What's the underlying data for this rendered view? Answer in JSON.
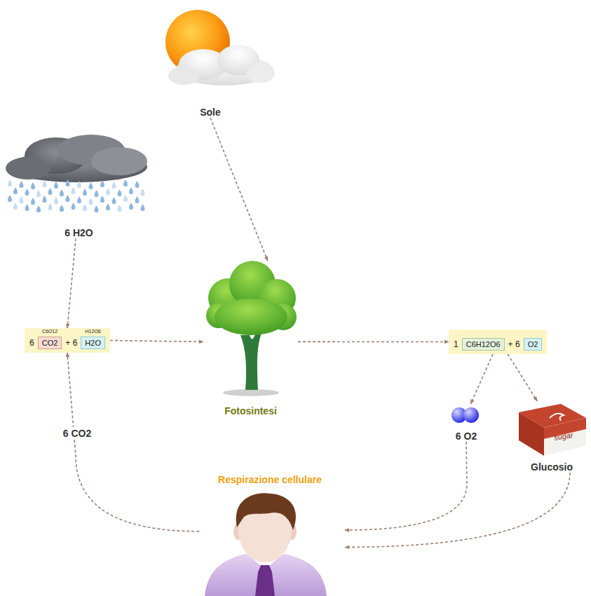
{
  "diagram": {
    "nodes": [
      {
        "text": [
          "Sole"
        ]
      },
      {
        "text": [
          "6 H2O"
        ]
      },
      {
        "text": [
          "6",
          "C6O12",
          "CO2",
          "+ 6",
          "H12O6",
          "H2O"
        ]
      },
      {
        "text": [
          "Fotosintesi"
        ]
      },
      {
        "text": [
          "1",
          "C6H12O6",
          "+ 6",
          "O2"
        ]
      },
      {
        "text": [
          "6 O2"
        ]
      },
      {
        "text": [
          "Glucosio"
        ]
      },
      {
        "text": [
          "Respirazione cellulare"
        ]
      }
    ],
    "edges": [
      {
        "from": 0,
        "to": 3,
        "arrow": "to"
      },
      {
        "from": 1,
        "to": 2,
        "arrow": "to"
      },
      {
        "from": 2,
        "to": 3,
        "arrow": "to"
      },
      {
        "from": 3,
        "to": 4,
        "arrow": "to"
      },
      {
        "from": 4,
        "to": 5,
        "arrow": "to"
      },
      {
        "from": 4,
        "to": 6,
        "arrow": "to"
      },
      {
        "from": 5,
        "to": 7,
        "arrow": "to"
      },
      {
        "from": 6,
        "to": 7,
        "arrow": "to"
      },
      {
        "from": 7,
        "to": 2,
        "label": "6 CO2",
        "arrow": "to"
      }
    ],
    "labels": [
      "sugar"
    ]
  }
}
